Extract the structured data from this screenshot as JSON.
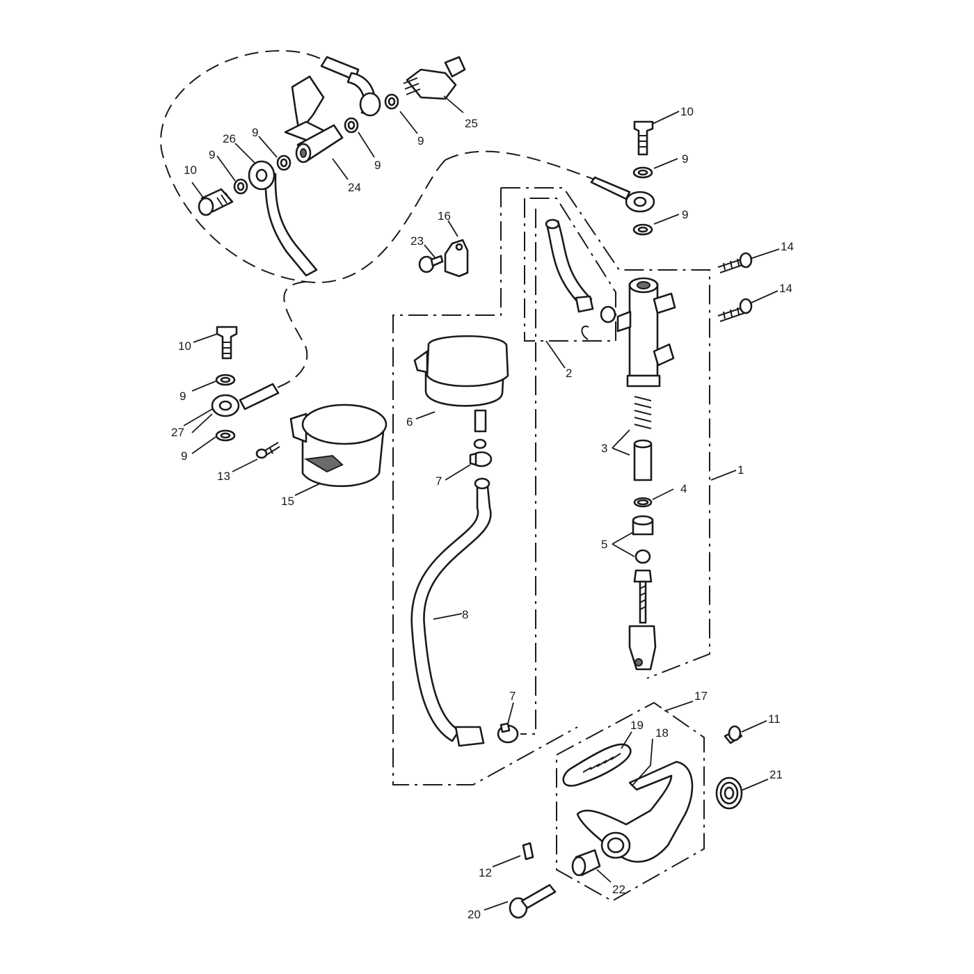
{
  "labels": {
    "p1": "1",
    "p2": "2",
    "p3": "3",
    "p4": "4",
    "p5": "5",
    "p6": "6",
    "p7a": "7",
    "p7b": "7",
    "p8": "8",
    "p9a": "9",
    "p9b": "9",
    "p9c": "9",
    "p9d": "9",
    "p9e": "9",
    "p9f": "9",
    "p9g": "9",
    "p9h": "9",
    "p10a": "10",
    "p10b": "10",
    "p10c": "10",
    "p11": "11",
    "p12": "12",
    "p13": "13",
    "p14a": "14",
    "p14b": "14",
    "p15": "15",
    "p16": "16",
    "p17": "17",
    "p18": "18",
    "p19": "19",
    "p20": "20",
    "p21": "21",
    "p22": "22",
    "p23": "23",
    "p24": "24",
    "p25": "25",
    "p26": "26",
    "p27": "27"
  },
  "colors": {
    "line": "#1a1a1a",
    "background": "#ffffff",
    "shade": "#6a6a6a"
  }
}
